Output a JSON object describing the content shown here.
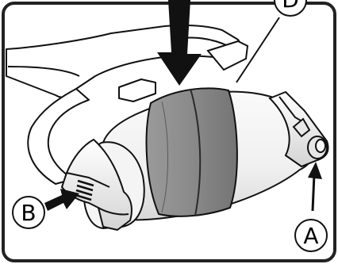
{
  "callouts": {
    "a": "A",
    "b": "B",
    "d": "D"
  },
  "colors": {
    "outline": "#111111",
    "band": "#8c8c8c",
    "band_dark": "#6e6e6e",
    "body": "#f2f2f2",
    "shade": "#d9d9d9",
    "frame_border": "#222222"
  }
}
